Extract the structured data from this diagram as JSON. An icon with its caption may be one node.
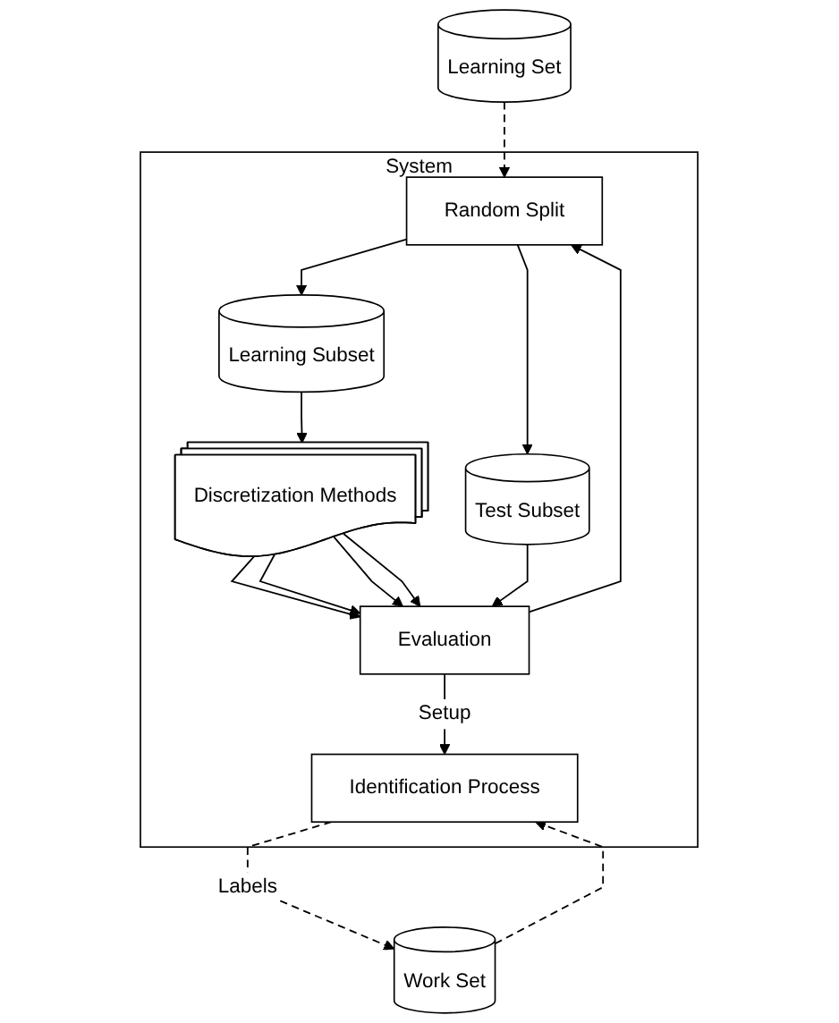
{
  "diagram": {
    "nodes": [
      {
        "text": [
          "System"
        ]
      },
      {
        "text": [
          "Learning Set"
        ]
      },
      {
        "text": [
          "Random Split"
        ],
        "in": 0
      },
      {
        "text": [
          "Learning Subset"
        ],
        "in": 0
      },
      {
        "text": [
          "Test Subset"
        ],
        "in": 0
      },
      {
        "text": [
          "Discretization Methods"
        ],
        "in": 0
      },
      {
        "text": [
          "Evaluation"
        ],
        "in": 0
      },
      {
        "text": [
          "Work Set"
        ]
      },
      {
        "text": [
          "Identification Process"
        ],
        "in": 0
      }
    ],
    "edges": [
      {
        "from": 1,
        "to": 2,
        "arrow": "to",
        "style": "dashed"
      },
      {
        "from": 2,
        "to": 3,
        "arrow": "to"
      },
      {
        "from": 2,
        "to": 4,
        "arrow": "to"
      },
      {
        "from": 3,
        "to": 5,
        "arrow": "to"
      },
      {
        "from": 5,
        "to": 6,
        "arrow": "to"
      },
      {
        "from": 5,
        "to": 6,
        "arrow": "to"
      },
      {
        "from": 5,
        "to": 6,
        "arrow": "to"
      },
      {
        "from": 5,
        "to": 6,
        "arrow": "to"
      },
      {
        "from": 4,
        "to": 6,
        "arrow": "to"
      },
      {
        "from": 6,
        "to": 2,
        "arrow": "to"
      },
      {
        "from": 6,
        "to": 8,
        "arrow": "to",
        "label": "Setup"
      },
      {
        "from": 7,
        "to": 8,
        "arrow": "to",
        "style": "dashed"
      },
      {
        "from": 8,
        "to": 7,
        "arrow": "to",
        "style": "dashed",
        "label": "Labels"
      }
    ]
  }
}
